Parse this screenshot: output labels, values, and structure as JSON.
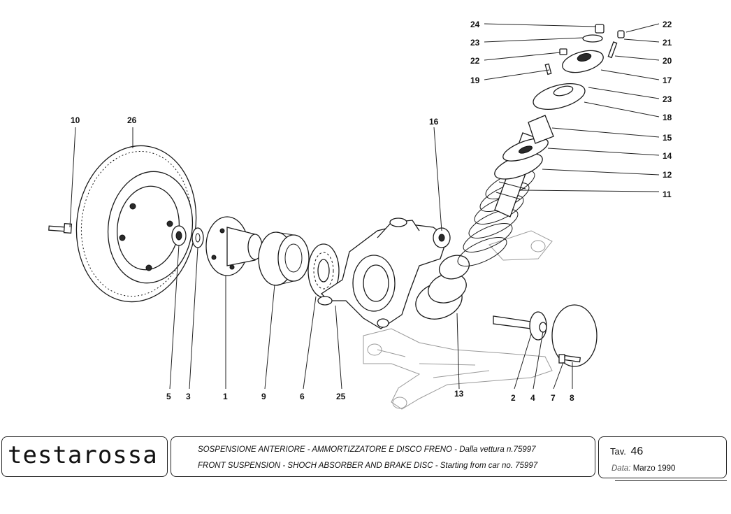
{
  "callouts": [
    "1",
    "2",
    "3",
    "4",
    "5",
    "6",
    "7",
    "8",
    "9",
    "10",
    "11",
    "12",
    "13",
    "14",
    "15",
    "16",
    "17",
    "18",
    "19",
    "20",
    "21",
    "22",
    "22",
    "23",
    "23",
    "24",
    "25",
    "26"
  ],
  "footer": {
    "brand": "testarossa",
    "title_it": "SOSPENSIONE ANTERIORE - AMMORTIZZATORE E DISCO FRENO - Dalla vettura n.75997",
    "title_en": "FRONT SUSPENSION - SHOCH ABSORBER AND BRAKE DISC -  Starting from car no. 75997",
    "tav_label": "Tav.",
    "tav_number": "46",
    "date_label": "Data:",
    "date_value": "Marzo 1990"
  }
}
